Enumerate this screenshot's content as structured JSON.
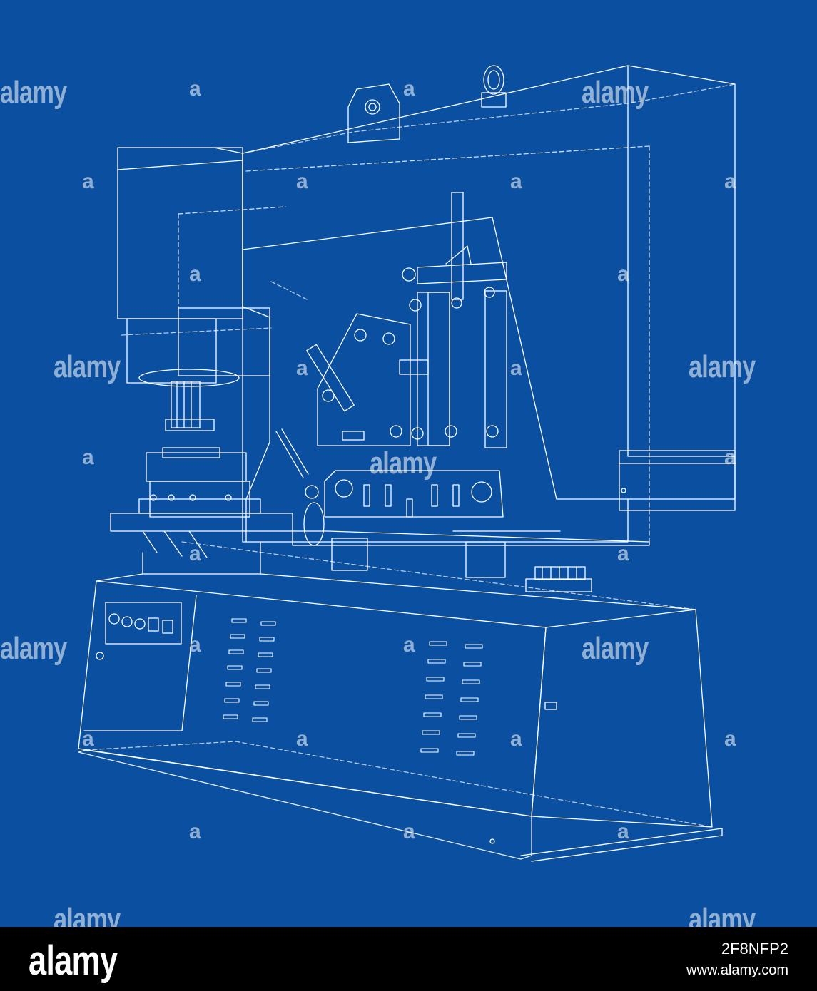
{
  "watermark": {
    "text": "alamy",
    "letter": "a"
  },
  "footer": {
    "logo": "alamy",
    "image_id": "2F8NFP2",
    "website": "www.alamy.com"
  },
  "colors": {
    "background": "#0a4fa0",
    "line": "#ffffff",
    "footer_bg": "#000000"
  },
  "subject": "wireframe-ironworker-machine"
}
